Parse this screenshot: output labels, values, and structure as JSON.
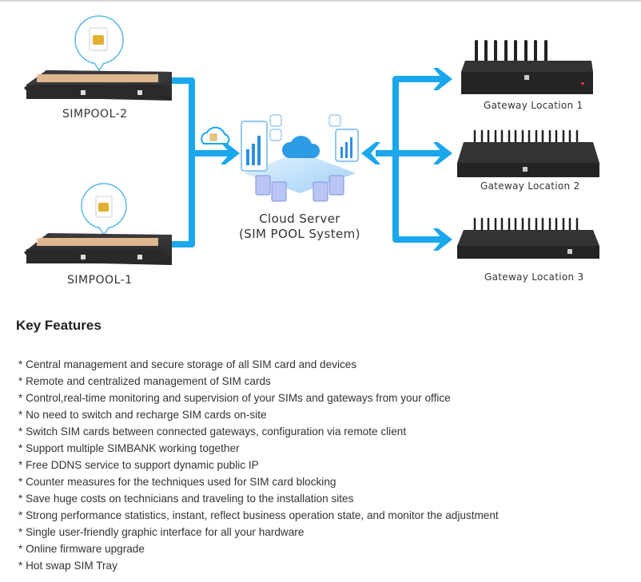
{
  "colors": {
    "arrow": "#1aa7ee",
    "device_body": "#2b2b2b",
    "sim_slot": "#f2c79a",
    "sim_chip": "#e2b030",
    "text": "#333333"
  },
  "diagram": {
    "simpools": [
      {
        "label": "SIMPOOL-2",
        "icon": "sim-card-icon"
      },
      {
        "label": "SIMPOOL-1",
        "icon": "sim-card-icon"
      }
    ],
    "cloud_server": {
      "line1": "Cloud Server",
      "line2": "(SIM POOL System)",
      "icon": "cloud-server-icon"
    },
    "transfer_icon": "cloud-sim-icon",
    "gateways": [
      {
        "label": "Gateway Location 1",
        "antennas": 8
      },
      {
        "label": "Gateway Location 2",
        "antennas": 16
      },
      {
        "label": "Gateway Location 3",
        "antennas": 16
      }
    ]
  },
  "features": {
    "title": "Key Features",
    "items": [
      "* Central management and secure storage of all SIM card and devices",
      "* Remote and centralized management of SIM cards",
      "* Control,real-time monitoring and supervision of your SIMs and gateways from your office",
      "* No need to switch and recharge SIM cards on-site",
      "* Switch SIM cards between connected gateways, configuration via remote client",
      "* Support multiple SIMBANK working together",
      "* Free DDNS service to support dynamic public IP",
      "* Counter measures for the techniques used for SIM card blocking",
      "* Save huge costs on technicians and traveling to the installation sites",
      "* Strong performance statistics, instant, reflect business operation state, and monitor the adjustment",
      "* Single user-friendly graphic interface for all your hardware",
      "* Online firmware upgrade",
      "* Hot swap SIM Tray"
    ]
  }
}
